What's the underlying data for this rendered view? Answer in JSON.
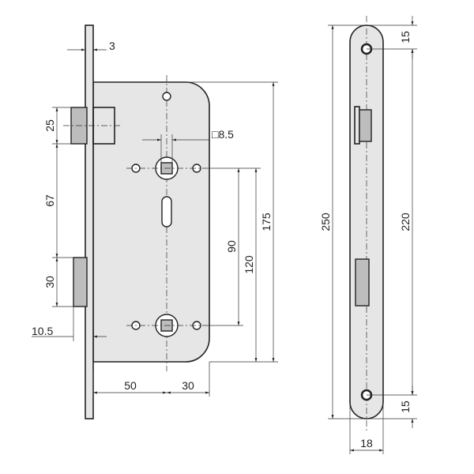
{
  "drawing": {
    "front_view": {
      "faceplate_thickness": "3",
      "latch_height": "25",
      "latch_to_deadbolt": "67",
      "deadbolt_height": "30",
      "faceplate_offset": "10.5",
      "backset": "50",
      "rear_distance": "30",
      "spindle_square": "□8.5",
      "spindle_to_keyhole": "90",
      "spindle_to_bottom": "120",
      "body_height": "175"
    },
    "side_view": {
      "faceplate_length": "250",
      "hole_spacing": "220",
      "top_hole_offset": "15",
      "bottom_hole_offset": "15",
      "faceplate_width": "18"
    }
  }
}
